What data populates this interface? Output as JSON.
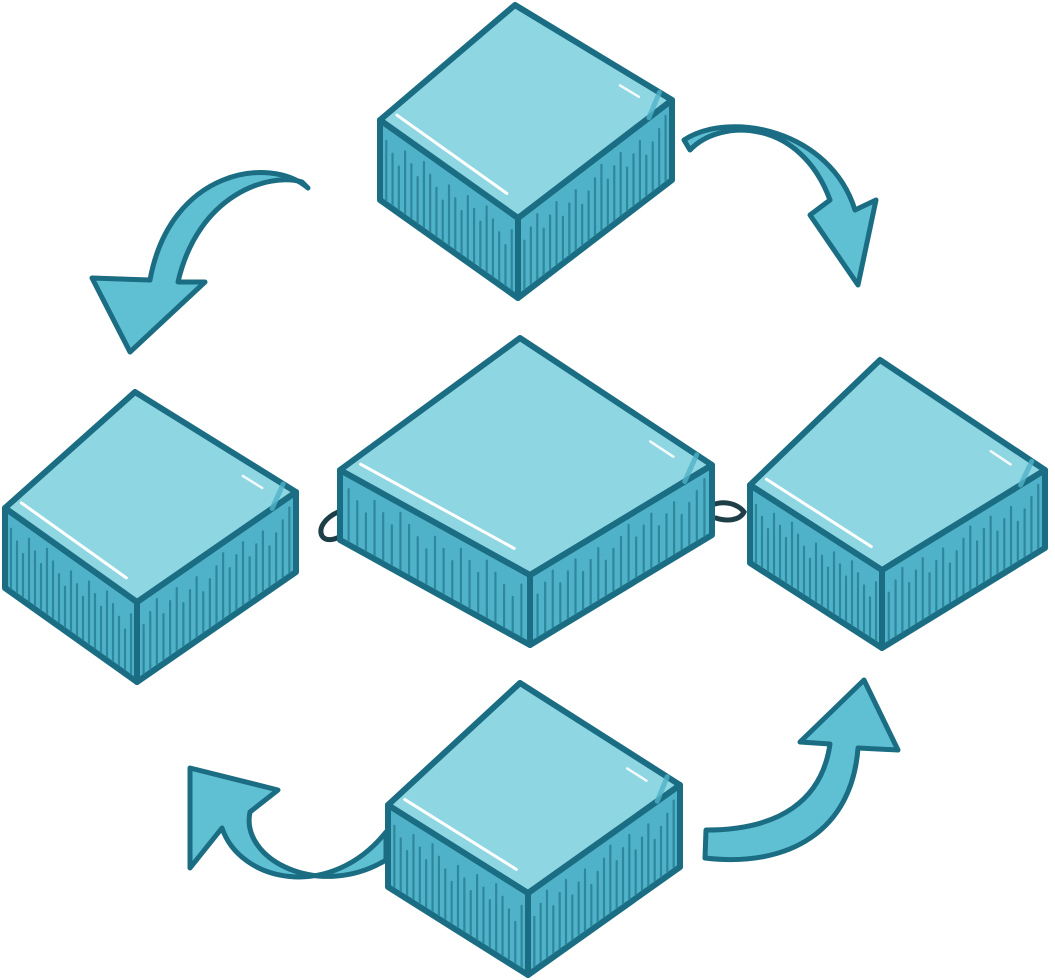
{
  "diagram": {
    "kind": "cycle",
    "blocks": [
      {
        "id": "top"
      },
      {
        "id": "left"
      },
      {
        "id": "center"
      },
      {
        "id": "right"
      },
      {
        "id": "bottom"
      }
    ],
    "arrows": [
      {
        "id": "top-to-right",
        "from": "top",
        "to": "right"
      },
      {
        "id": "bottom-to-right",
        "from": "bottom",
        "to": "right"
      },
      {
        "id": "bottom-to-left",
        "from": "bottom",
        "to": "left"
      },
      {
        "id": "top-to-left",
        "from": "top",
        "to": "left"
      }
    ],
    "connectors": [
      {
        "from": "left",
        "to": "center"
      },
      {
        "from": "center",
        "to": "right"
      }
    ],
    "colors": {
      "top_face": "#8fd6e3",
      "side_face": "#4fb2c8",
      "outline": "#1a6d82",
      "hatch": "#2a8097",
      "highlight": "#ffffff",
      "arrow_fill": "#5fbfd3",
      "arrow_outline": "#1a6d82",
      "connector": "#1e3e48"
    }
  }
}
